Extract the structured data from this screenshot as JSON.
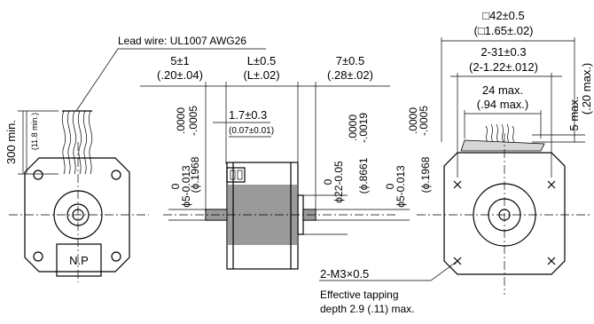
{
  "labels": {
    "lead_wire": "Lead wire: UL1007 AWG26",
    "np": "N.P",
    "min_300": "300 min.",
    "min_118": "(11.8 min.)",
    "d_5pm1": "5±1",
    "d_20pm04": "(.20±.04)",
    "d_Lpm05": "L±0.5",
    "d_Lpm02": "(L±.02)",
    "d_7pm05": "7±0.5",
    "d_28pm02": "(.28±.02)",
    "d_17pm03": "1.7±0.3",
    "d_007pm001": "(0.07±0.01)",
    "shaft_tol_top": ".0000",
    "shaft_tol_bot": "-.0005",
    "shaft_in": "(ϕ.1968",
    "shaft_zero": "0",
    "shaft_mm": "ϕ5-0.013",
    "boss_zero": "0",
    "boss_mm": "ϕ22-0.05",
    "boss_tol_top": ".0000",
    "boss_tol_bot": "-.0019",
    "boss_in": "(ϕ.8661",
    "sq42": "□42±0.5",
    "sq165": "(□1.65±.02)",
    "d_231": "2-31±0.3",
    "d_122": "(2-1.22±.012)",
    "d_24max": "24 max.",
    "d_94max": "(.94 max.)",
    "d_5max": "5 max.",
    "d_20max": "(.20 max.)",
    "m3": "2-M3×0.5",
    "tap1": "Effective tapping",
    "tap2": "depth 2.9 (.11) max."
  }
}
